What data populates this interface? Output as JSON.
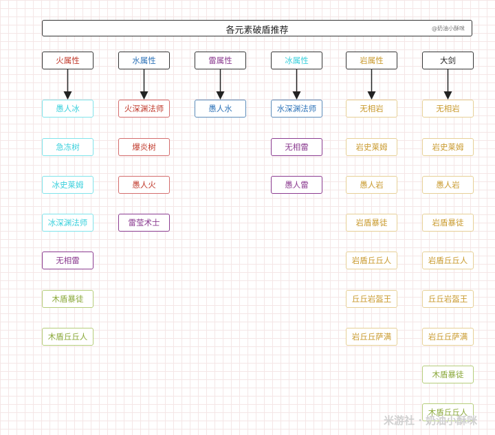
{
  "title": "各元素破盾推荐",
  "author_tag": "@奶油小酥咪",
  "bottom_watermark": "米游社 · 奶油小酥咪",
  "columns": [
    {
      "header": "火属性",
      "header_color": "#c0392b",
      "border_color": "#7fe3ea",
      "text_color": "#3ad0dc",
      "items": [
        {
          "label": "愚人冰"
        },
        {
          "label": "急冻树"
        },
        {
          "label": "冰史莱姆"
        },
        {
          "label": "冰深渊法师"
        },
        {
          "label": "无相雷",
          "border_color": "#8a3a8f",
          "text_color": "#8a3a8f"
        },
        {
          "label": "木盾暴徒",
          "border_color": "#b5cc79",
          "text_color": "#8aa83a"
        },
        {
          "label": "木盾丘丘人",
          "border_color": "#b5cc79",
          "text_color": "#8aa83a"
        }
      ]
    },
    {
      "header": "水属性",
      "header_color": "#2e73b8",
      "border_color": "#d36b6b",
      "text_color": "#c0392b",
      "items": [
        {
          "label": "火深渊法师"
        },
        {
          "label": "爆炎树"
        },
        {
          "label": "愚人火"
        },
        {
          "label": "雷莹术士",
          "border_color": "#8a3a8f",
          "text_color": "#8a3a8f"
        }
      ]
    },
    {
      "header": "雷属性",
      "header_color": "#8a3a8f",
      "border_color": "#5a8ab8",
      "text_color": "#2e73b8",
      "items": [
        {
          "label": "愚人水"
        }
      ]
    },
    {
      "header": "冰属性",
      "header_color": "#3ad0dc",
      "border_color": "#5a8ab8",
      "text_color": "#2e73b8",
      "items": [
        {
          "label": "水深渊法师"
        },
        {
          "label": "无相雷",
          "border_color": "#8a3a8f",
          "text_color": "#8a3a8f"
        },
        {
          "label": "愚人雷",
          "border_color": "#8a3a8f",
          "text_color": "#8a3a8f"
        }
      ]
    },
    {
      "header": "岩属性",
      "header_color": "#c99a2e",
      "border_color": "#e6cf95",
      "text_color": "#c99a2e",
      "items": [
        {
          "label": "无相岩"
        },
        {
          "label": "岩史莱姆"
        },
        {
          "label": "愚人岩"
        },
        {
          "label": "岩盾暴徒"
        },
        {
          "label": "岩盾丘丘人"
        },
        {
          "label": "丘丘岩盔王"
        },
        {
          "label": "岩丘丘萨满"
        }
      ]
    },
    {
      "header": "大剑",
      "header_color": "#222222",
      "border_color": "#e6cf95",
      "text_color": "#c99a2e",
      "items": [
        {
          "label": "无相岩"
        },
        {
          "label": "岩史莱姆"
        },
        {
          "label": "愚人岩"
        },
        {
          "label": "岩盾暴徒"
        },
        {
          "label": "岩盾丘丘人"
        },
        {
          "label": "丘丘岩盔王"
        },
        {
          "label": "岩丘丘萨满"
        },
        {
          "label": "木盾暴徒",
          "border_color": "#b5cc79",
          "text_color": "#8aa83a"
        },
        {
          "label": "木盾丘丘人",
          "border_color": "#b5cc79",
          "text_color": "#8aa83a"
        }
      ]
    }
  ]
}
